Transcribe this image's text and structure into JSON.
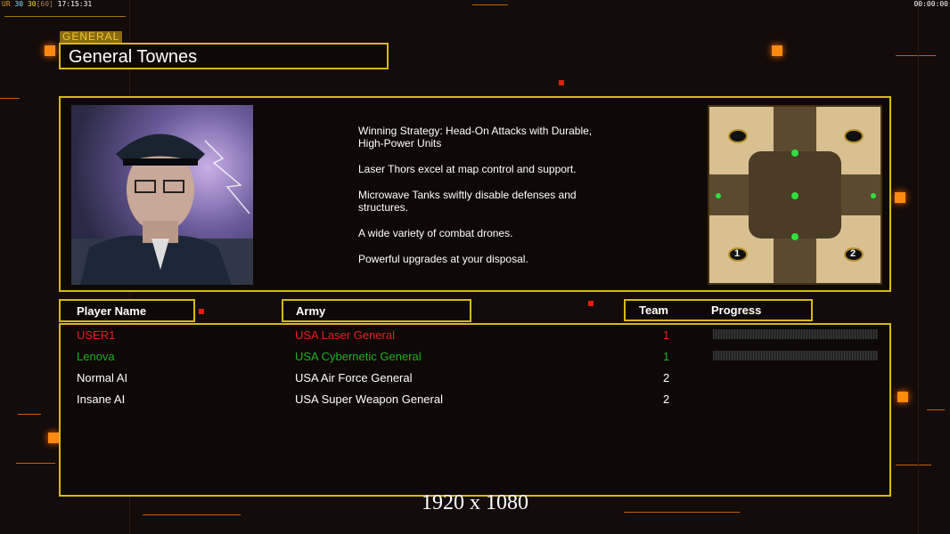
{
  "debug": {
    "ur": "UR",
    "fps1": "30",
    "fps2": "30",
    "fps_max": "[60]",
    "time": "17:15:31",
    "clock": "00:00:00"
  },
  "general": {
    "section_label": "GENERAL",
    "name": "General Townes"
  },
  "description": [
    "Winning Strategy: Head-On Attacks with Durable,\n High-Power Units",
    "Laser Thors excel at map control and support.",
    "Microwave Tanks swiftly disable defenses and\n structures.",
    "A wide variety of combat drones.",
    "Powerful upgrades at your disposal."
  ],
  "map": {
    "start_positions": [
      "1",
      "2"
    ]
  },
  "headers": {
    "player_name": "Player Name",
    "army": "Army",
    "team": "Team",
    "progress": "Progress"
  },
  "players": [
    {
      "name": "USER1",
      "army": "USA Laser General",
      "team": "1",
      "color": "#e82020",
      "progress": 0
    },
    {
      "name": "Lenova",
      "army": "USA Cybernetic General",
      "team": "1",
      "color": "#20b020",
      "progress": 0
    },
    {
      "name": "Normal AI",
      "army": "USA Air Force General",
      "team": "2",
      "color": "#ffffff"
    },
    {
      "name": "Insane AI",
      "army": "USA Super Weapon General",
      "team": "2",
      "color": "#ffffff"
    }
  ],
  "resolution": "1920 x 1080"
}
